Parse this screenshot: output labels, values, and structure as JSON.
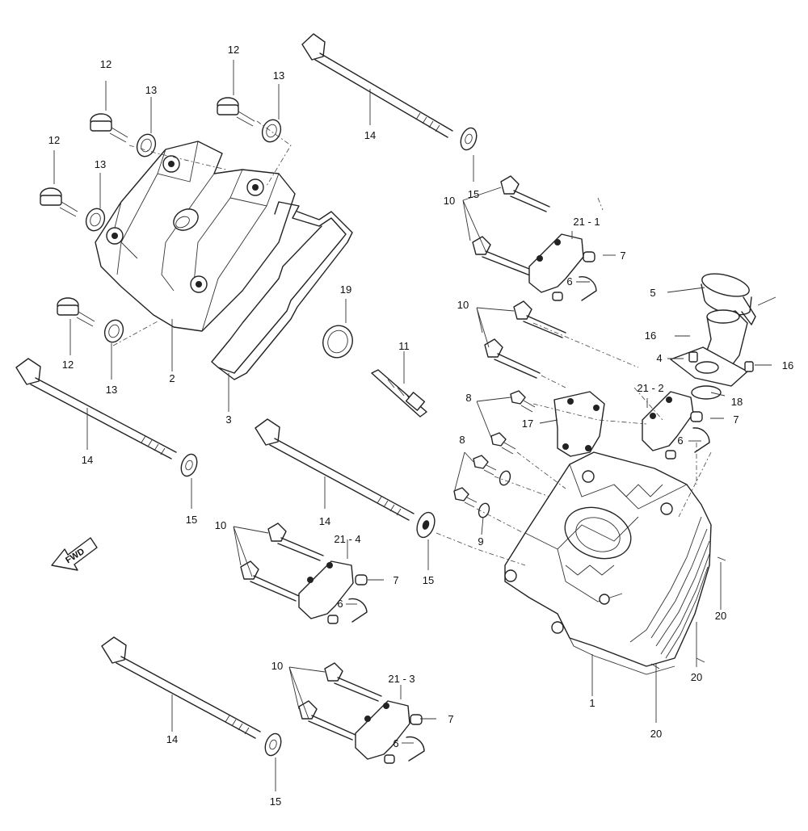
{
  "callouts": [
    {
      "text": "12"
    },
    {
      "text": "13"
    },
    {
      "text": "12"
    },
    {
      "text": "13"
    },
    {
      "text": "12"
    },
    {
      "text": "13"
    },
    {
      "text": "12"
    },
    {
      "text": "13"
    },
    {
      "text": "14"
    },
    {
      "text": "15"
    },
    {
      "text": "10"
    },
    {
      "text": "21 - 1"
    },
    {
      "text": "7"
    },
    {
      "text": "6"
    },
    {
      "text": "5"
    },
    {
      "text": "16"
    },
    {
      "text": "4"
    },
    {
      "text": "16"
    },
    {
      "text": "18"
    },
    {
      "text": "10"
    },
    {
      "text": "21 - 2"
    },
    {
      "text": "7"
    },
    {
      "text": "6"
    },
    {
      "text": "19"
    },
    {
      "text": "11"
    },
    {
      "text": "2"
    },
    {
      "text": "3"
    },
    {
      "text": "8"
    },
    {
      "text": "17"
    },
    {
      "text": "8"
    },
    {
      "text": "9"
    },
    {
      "text": "14"
    },
    {
      "text": "15"
    },
    {
      "text": "14"
    },
    {
      "text": "15"
    },
    {
      "text": "10"
    },
    {
      "text": "21 - 4"
    },
    {
      "text": "7"
    },
    {
      "text": "6"
    },
    {
      "text": "20"
    },
    {
      "text": "20"
    },
    {
      "text": "1"
    },
    {
      "text": "20"
    },
    {
      "text": "14"
    },
    {
      "text": "10"
    },
    {
      "text": "21 - 3"
    },
    {
      "text": "7"
    },
    {
      "text": "6"
    },
    {
      "text": "15"
    }
  ],
  "fwd_label": "FWD",
  "icons": {
    "direction_arrow": "fwd-arrow-icon"
  }
}
